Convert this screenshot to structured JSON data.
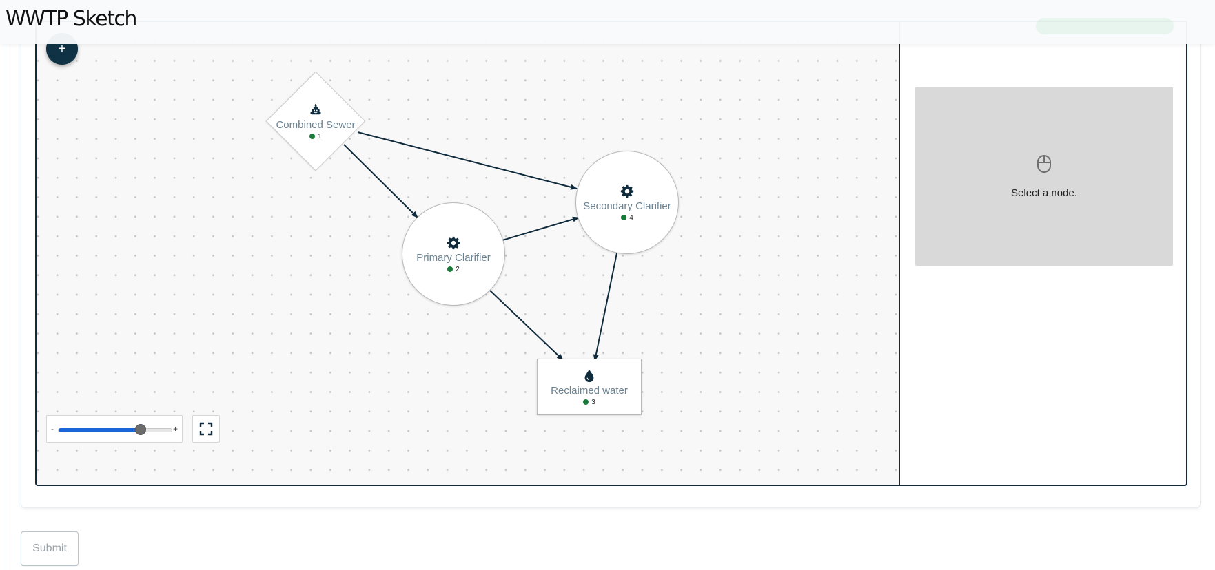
{
  "header": {
    "title": "WWTP Sketch"
  },
  "toolbar": {
    "add_label": "+"
  },
  "nodes": {
    "combined_sewer": {
      "label": "Combined Sewer",
      "id": "1",
      "icon": "poop-icon"
    },
    "primary_clarifier": {
      "label": "Primary Clarifier",
      "id": "2",
      "icon": "gear-icon"
    },
    "secondary_clarifier": {
      "label": "Secondary Clarifier",
      "id": "4",
      "icon": "gear-icon"
    },
    "reclaimed_water": {
      "label": "Reclaimed water",
      "id": "3",
      "icon": "water-drop-icon"
    }
  },
  "edges": [
    {
      "from": "1",
      "to": "4"
    },
    {
      "from": "1",
      "to": "2"
    },
    {
      "from": "2",
      "to": "4"
    },
    {
      "from": "2",
      "to": "3"
    },
    {
      "from": "4",
      "to": "3"
    }
  ],
  "zoom": {
    "minus_label": "-",
    "plus_label": "+",
    "level": 0.72
  },
  "side_panel": {
    "icon": "mouse-icon",
    "message": "Select a node."
  },
  "form": {
    "submit_label": "Submit"
  },
  "colors": {
    "primary": "#0f3344",
    "status_dot": "#1a7a3a",
    "node_text": "#6b8291",
    "slider_fill": "#1a66d9"
  }
}
